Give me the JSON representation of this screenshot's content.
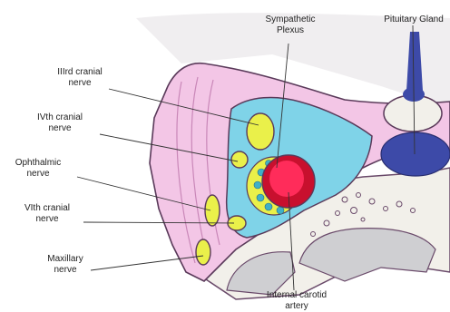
{
  "labels": {
    "sympathetic_plexus": [
      "Sympathetic",
      "Plexus"
    ],
    "pituitary_gland": [
      "Pituitary Gland"
    ],
    "third_nerve": [
      "IIIrd cranial",
      "nerve"
    ],
    "fourth_nerve": [
      "IVth cranial",
      "nerve"
    ],
    "ophthalmic_nerve": [
      "Ophthalmic",
      "nerve"
    ],
    "sixth_nerve": [
      "VIth cranial",
      "nerve"
    ],
    "maxillary_nerve": [
      "Maxillary",
      "nerve"
    ],
    "internal_carotid": [
      "Internal carotid",
      "artery"
    ]
  },
  "colors": {
    "dura": "#f3c6e6",
    "dura_dark": "#c987b8",
    "sinus": "#7fd3e8",
    "nerve": "#eaf04a",
    "artery": "#e0183a",
    "pituitary": "#3d4aa8",
    "bone": "#f2f0ea",
    "stroke": "#5a3a5a"
  }
}
